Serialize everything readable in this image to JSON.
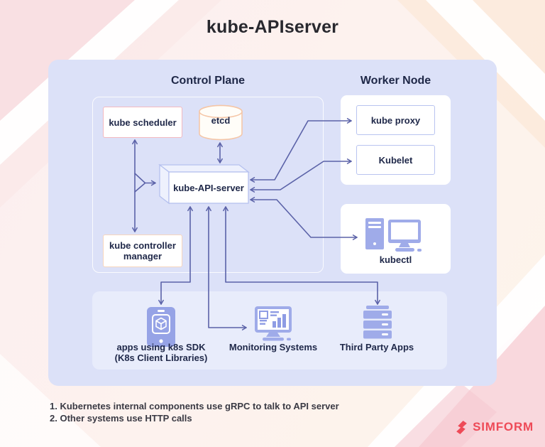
{
  "title": "kube-APIserver",
  "control_plane": {
    "title": "Control Plane",
    "scheduler": "kube scheduler",
    "etcd": "etcd",
    "api_server": "kube-API-server",
    "controller_manager": "kube controller manager"
  },
  "worker_node": {
    "title": "Worker Node",
    "kube_proxy": "kube proxy",
    "kubelet": "Kubelet"
  },
  "kubectl_label": "kubectl",
  "clients": {
    "sdk_line1": "apps using k8s SDK",
    "sdk_line2": "(K8s Client Libraries)",
    "monitoring": "Monitoring Systems",
    "third_party": "Third Party Apps"
  },
  "notes": [
    "1. Kubernetes internal components use gRPC to talk to API server",
    "2. Other systems use HTTP calls"
  ],
  "brand": "SIMFORM",
  "icons": {
    "etcd": "database-cylinder-icon",
    "kubectl": "desktop-computer-icon",
    "sdk": "smartphone-cube-icon",
    "monitoring": "monitor-dashboard-icon",
    "third_party": "server-stack-icon",
    "brand": "simform-logo-icon"
  },
  "colors": {
    "arrow": "#5b62a8",
    "panel": "#dce1f8",
    "panel_light": "#e8ecfb",
    "box_border_blue": "#b9c4f0",
    "scheduler_border": "#f3b9c0",
    "controller_border": "#f8d6bd",
    "etcd_border": "#f5c5a5",
    "icon_fill": "#9fabe9",
    "brand_red": "#ee4a57",
    "text_dark": "#20294a"
  }
}
